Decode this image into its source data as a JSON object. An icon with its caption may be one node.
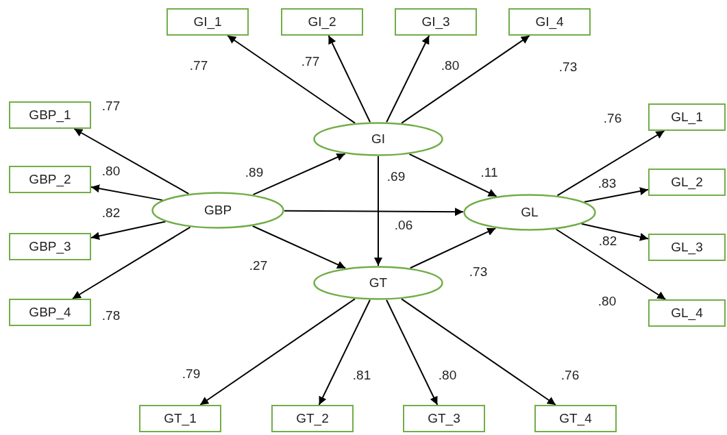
{
  "diagram": {
    "nodes": [
      {
        "text": [
          "GI_1"
        ]
      },
      {
        "text": [
          "GI_2"
        ]
      },
      {
        "text": [
          "GI_3"
        ]
      },
      {
        "text": [
          "GI_4"
        ]
      },
      {
        "text": [
          "GBP_1"
        ]
      },
      {
        "text": [
          "GL_1"
        ]
      },
      {
        "text": [
          "GI"
        ]
      },
      {
        "text": [
          "GBP_2"
        ]
      },
      {
        "text": [
          "GL_2"
        ]
      },
      {
        "text": [
          "GBP"
        ]
      },
      {
        "text": [
          "GL"
        ]
      },
      {
        "text": [
          "GBP_3"
        ]
      },
      {
        "text": [
          "GL_3"
        ]
      },
      {
        "text": [
          "GT"
        ]
      },
      {
        "text": [
          "GBP_4"
        ]
      },
      {
        "text": [
          "GL_4"
        ]
      },
      {
        "text": [
          "GT_1"
        ]
      },
      {
        "text": [
          "GT_2"
        ]
      },
      {
        "text": [
          "GT_3"
        ]
      },
      {
        "text": [
          "GT_4"
        ]
      }
    ],
    "edges": [
      {
        "from": 6,
        "to": 0,
        "arrow": "to",
        "label": ".77"
      },
      {
        "from": 6,
        "to": 1,
        "arrow": "to",
        "label": ".77"
      },
      {
        "from": 6,
        "to": 2,
        "arrow": "to",
        "label": ".80"
      },
      {
        "from": 6,
        "to": 3,
        "arrow": "to",
        "label": ".73"
      },
      {
        "from": 9,
        "to": 4,
        "arrow": "to",
        "label": ".77"
      },
      {
        "from": 9,
        "to": 7,
        "arrow": "to",
        "label": ".80"
      },
      {
        "from": 9,
        "to": 11,
        "arrow": "to",
        "label": ".82"
      },
      {
        "from": 9,
        "to": 14,
        "arrow": "to",
        "label": ".78"
      },
      {
        "from": 10,
        "to": 5,
        "arrow": "to",
        "label": ".76"
      },
      {
        "from": 10,
        "to": 8,
        "arrow": "to",
        "label": ".83"
      },
      {
        "from": 10,
        "to": 12,
        "arrow": "to",
        "label": ".82"
      },
      {
        "from": 10,
        "to": 15,
        "arrow": "to",
        "label": ".80"
      },
      {
        "from": 13,
        "to": 16,
        "arrow": "to",
        "label": ".79"
      },
      {
        "from": 13,
        "to": 17,
        "arrow": "to",
        "label": ".81"
      },
      {
        "from": 13,
        "to": 18,
        "arrow": "to",
        "label": ".80"
      },
      {
        "from": 13,
        "to": 19,
        "arrow": "to",
        "label": ".76"
      },
      {
        "from": 9,
        "to": 6,
        "arrow": "to",
        "label": ".89"
      },
      {
        "from": 9,
        "to": 10,
        "arrow": "to",
        "label": ".06"
      },
      {
        "from": 9,
        "to": 13,
        "arrow": "to",
        "label": ".27"
      },
      {
        "from": 6,
        "to": 10,
        "arrow": "to",
        "label": ".11"
      },
      {
        "from": 6,
        "to": 13,
        "arrow": "to",
        "label": ".69"
      },
      {
        "from": 13,
        "to": 10,
        "arrow": "to",
        "label": ".73"
      }
    ]
  }
}
